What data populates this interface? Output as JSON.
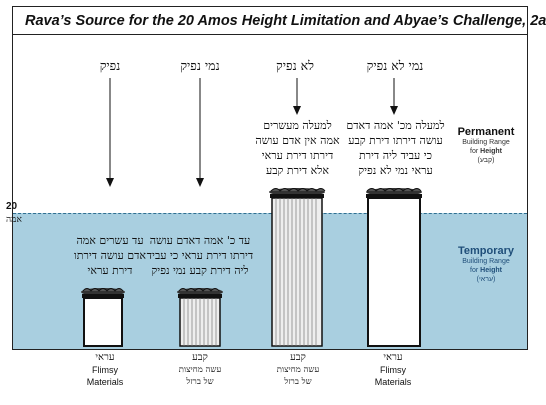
{
  "title": "Rava’s Source for the 20 Amos Height Limitation and Abyae’s Challenge, 2a",
  "height_mark": {
    "number": "20",
    "unit": "אמה"
  },
  "right_labels": {
    "permanent": {
      "title": "Permanent",
      "line1": "Building Range",
      "line2_prefix": "for ",
      "line2_bold": "Height",
      "line3": "(קבע)"
    },
    "temporary": {
      "title": "Temporary",
      "line1": "Building Range",
      "line2_prefix": "for ",
      "line2_bold": "Height",
      "line3": "(עראי)"
    }
  },
  "columns": [
    {
      "heading": "נפיק",
      "text_lines": [
        "עד עשרים אמה",
        "אדם עושה דירתו",
        "דירת עראי"
      ],
      "bottom_heb": "עראי",
      "bottom_en_1": "Flimsy",
      "bottom_en_2": "Materials",
      "building": "short-white"
    },
    {
      "heading": "נמי נפיק",
      "text_lines": [
        "עד כ' אמה דאדם עושה",
        "דירתו דירת עראי כי עביד",
        "ליה דירת קבע נמי נפיק"
      ],
      "bottom_heb": "קבע",
      "bottom_sub_1": "עשה מחיצות",
      "bottom_sub_2": "של ברזל",
      "building": "short-striped"
    },
    {
      "heading": "לא נפיק",
      "text_lines": [
        "למעלה מעשרים",
        "אמה אין אדם עושה",
        "דירתו דירת עראי",
        "אלא דירת קבע"
      ],
      "bottom_heb": "קבע",
      "bottom_sub_1": "עשה מחיצות",
      "bottom_sub_2": "של ברזל",
      "building": "tall-striped"
    },
    {
      "heading": "נמי לא נפיק",
      "text_lines": [
        "למעלה מכ' אמה דאדם",
        "עושה דירתו דירת קבע",
        "כי עביד ליה דירת",
        "עראי נמי לא נפיק"
      ],
      "bottom_heb": "עראי",
      "bottom_en_1": "Flimsy",
      "bottom_en_2": "Materials",
      "building": "tall-white"
    }
  ]
}
